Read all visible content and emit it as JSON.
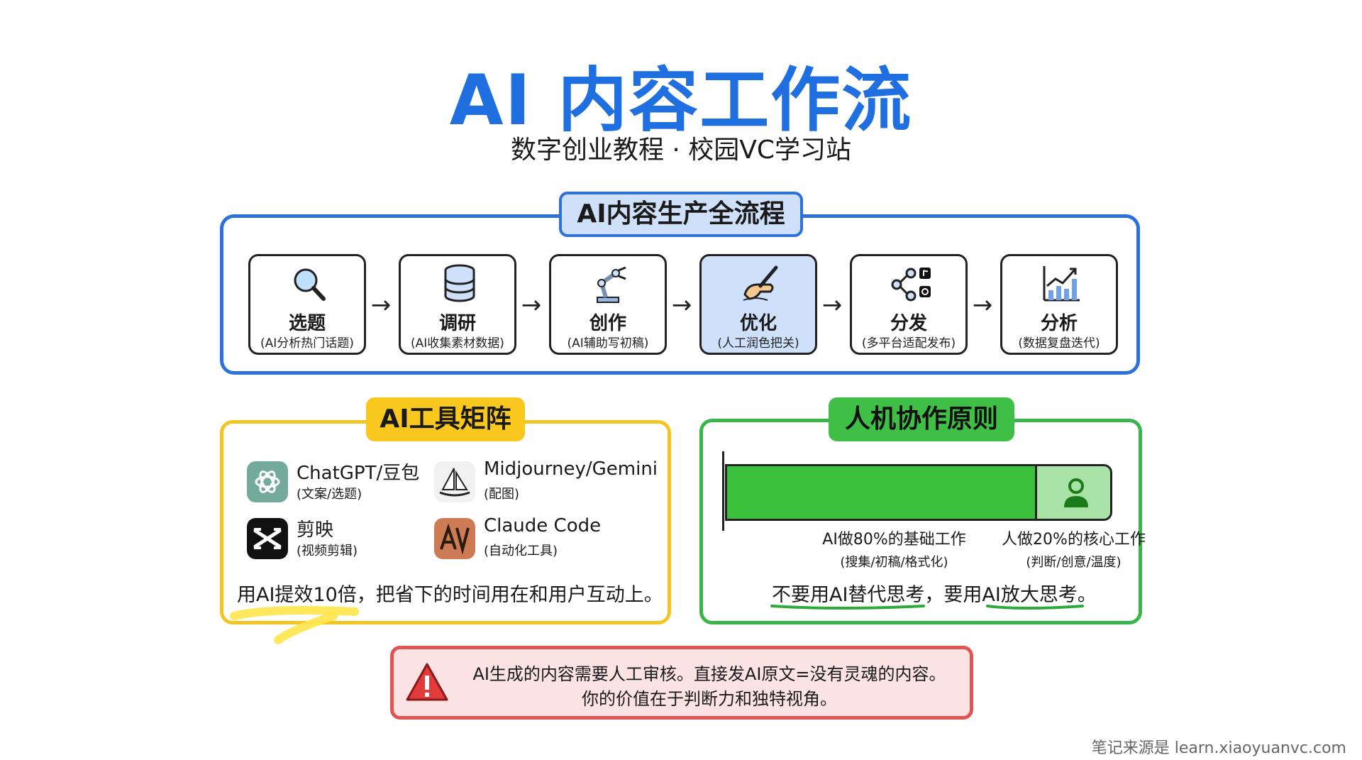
{
  "header": {
    "title": "AI 内容工作流",
    "subtitle": "数字创业教程 · 校园VC学习站"
  },
  "process": {
    "title": "AI内容生产全流程",
    "steps": [
      {
        "name": "选题",
        "desc": "(AI分析热门话题)",
        "icon": "magnifier-icon",
        "active": false
      },
      {
        "name": "调研",
        "desc": "(AI收集素材数据)",
        "icon": "database-icon",
        "active": false
      },
      {
        "name": "创作",
        "desc": "(AI辅助写初稿)",
        "icon": "robot-arm-icon",
        "active": false
      },
      {
        "name": "优化",
        "desc": "(人工润色把关)",
        "icon": "hand-pen-icon",
        "active": true
      },
      {
        "name": "分发",
        "desc": "(多平台适配发布)",
        "icon": "share-icon",
        "active": false
      },
      {
        "name": "分析",
        "desc": "(数据复盘迭代)",
        "icon": "growth-chart-icon",
        "active": false
      }
    ],
    "arrow": "→"
  },
  "tools": {
    "title": "AI工具矩阵",
    "items": [
      {
        "name": "ChatGPT/豆包",
        "desc": "(文案/选题)",
        "icon": "chatgpt-icon",
        "color": "#74aa9c"
      },
      {
        "name": "Midjourney/Gemini",
        "desc": "(配图)",
        "icon": "sailboat-icon",
        "color": "#f1f1f1"
      },
      {
        "name": "剪映",
        "desc": "(视频剪辑)",
        "icon": "capcut-icon",
        "color": "#111111"
      },
      {
        "name": "Claude Code",
        "desc": "(自动化工具)",
        "icon": "claude-icon",
        "color": "#cc7b54"
      }
    ],
    "tip": "用AI提效10倍，把省下的时间用在和用户互动上。"
  },
  "principle": {
    "title": "人机协作原则",
    "ai_share": 0.8,
    "ai_label": "AI做80%的基础工作",
    "ai_desc": "(搜集/初稿/格式化)",
    "human_label": "人做20%的核心工作",
    "human_desc": "(判断/创意/温度)",
    "tip": "不要用AI替代思考，要用AI放大思考。"
  },
  "warning": {
    "line1": "AI生成的内容需要人工审核。直接发AI原文=没有灵魂的内容。",
    "line2": "你的价值在于判断力和独特视角。"
  },
  "footer": "笔记来源是 learn.xiaoyuanvc.com",
  "colors": {
    "title_blue": "#1f6fe0",
    "process_border": "#2e72d9",
    "tools_yellow": "#f9c81e",
    "principle_green": "#3cc13c",
    "warning_red": "#e05454"
  }
}
